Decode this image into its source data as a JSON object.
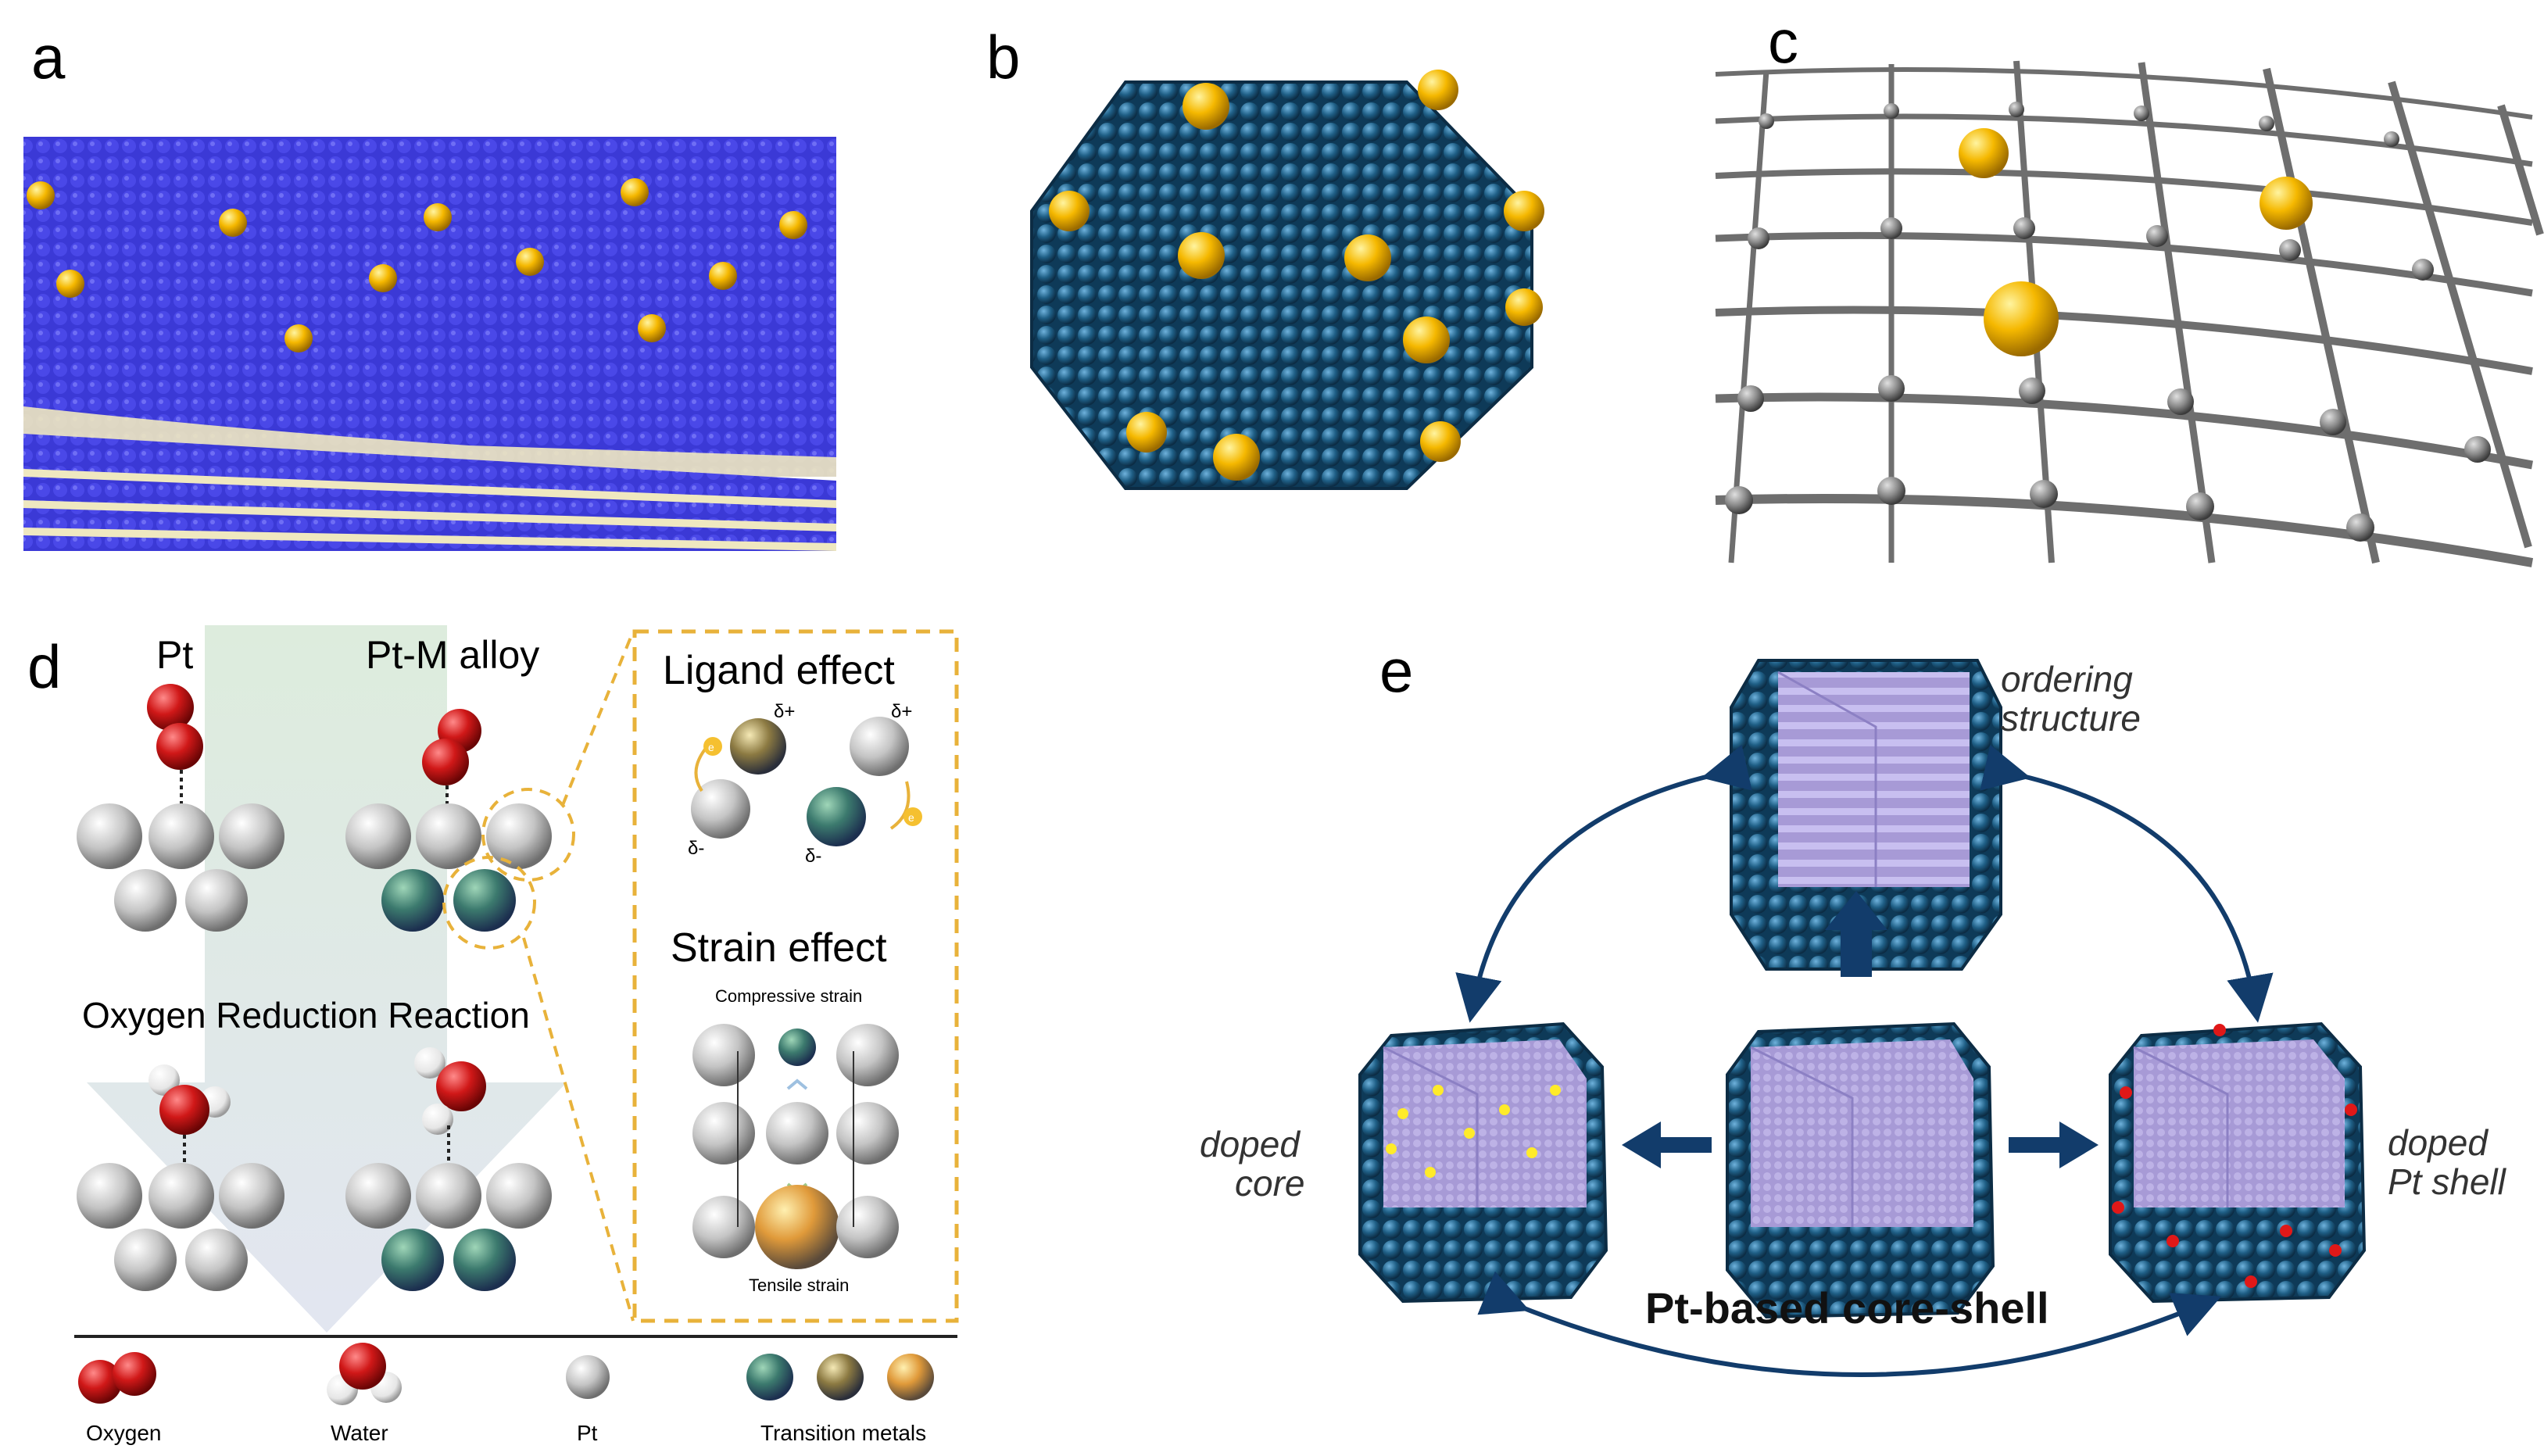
{
  "panels": {
    "a": {
      "letter": "a"
    },
    "b": {
      "letter": "b"
    },
    "c": {
      "letter": "c"
    },
    "d": {
      "letter": "d",
      "pt_label": "Pt",
      "alloy_label": "Pt-M alloy",
      "orr_label": "Oxygen Reduction Reaction",
      "ligand_title": "Ligand effect",
      "delta_plus": "δ+",
      "delta_minus": "δ-",
      "electron": "e",
      "strain_title": "Strain effect",
      "compressive": "Compressive strain",
      "tensile": "Tensile strain",
      "legend": {
        "oxygen": "Oxygen",
        "water": "Water",
        "pt": "Pt",
        "transition_metals": "Transition metals"
      }
    },
    "e": {
      "letter": "e",
      "top_label_1": "ordering",
      "top_label_2": "structure",
      "left_label_1": "doped",
      "left_label_2": "core",
      "right_label_1": "doped",
      "right_label_2": "Pt shell",
      "bottom_label": "Pt-based core-shell"
    }
  },
  "colors": {
    "pt_blue": "#1f5f86",
    "gold": "#f5b800",
    "slab_blue": "#3b39d6",
    "cream": "#efe8c0",
    "graphene": "#7a7a7a",
    "oxygen_red": "#d01818",
    "arrow_navy": "#123c6b",
    "dash_gold": "#e8b23a",
    "core_lavender": "#a79ad6"
  }
}
